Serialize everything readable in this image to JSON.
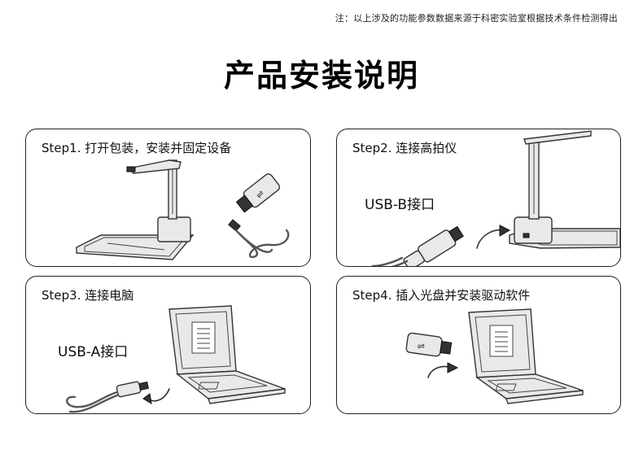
{
  "note": "注：以上涉及的功能参数数据来源于科密实验室根据技术条件检测得出",
  "title": "产品安装说明",
  "steps": [
    {
      "heading": "Step1. 打开包装，安装并固定设备"
    },
    {
      "heading": "Step2. 连接高拍仪",
      "port_label": "USB-B接口"
    },
    {
      "heading": "Step3. 连接电脑",
      "port_label": "USB-A接口"
    },
    {
      "heading": "Step4. 插入光盘并安装驱动软件"
    }
  ]
}
